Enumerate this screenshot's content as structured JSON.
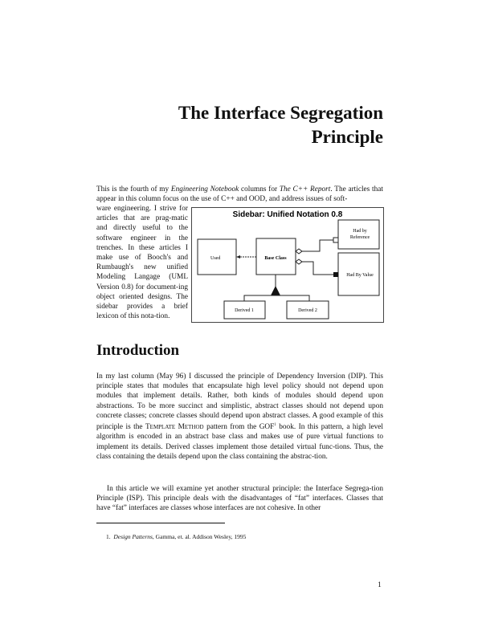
{
  "title": {
    "line1": "The Interface Segregation",
    "line2": "Principle"
  },
  "intro_para": {
    "t1": "This is the fourth of my ",
    "i1": "Engineering Notebook",
    "t2": " columns for ",
    "i2": "The C++ Report",
    "t3": ". The articles that appear in this column focus on the use of C++ and OOD, and address issues of soft-"
  },
  "narrow_para": "ware engineering. I strive for articles that are prag-matic and directly useful to the software engineer in the trenches. In these articles I make use of Booch's and Rumbaugh's new unified Modeling Langage (UML Version 0.8) for document-ing object oriented designs. The sidebar provides a brief lexicon of this nota-tion.",
  "sidebar": {
    "title": "Sidebar: Unified Notation 0.8",
    "used": "Used",
    "base_class": "Base Class",
    "had_by_reference_1": "Had by",
    "had_by_reference_2": "Reference",
    "had_by_value": "Had By Value",
    "derived1": "Derived 1",
    "derived2": "Derived 2"
  },
  "section": {
    "heading": "Introduction"
  },
  "para1": {
    "t1": "In my last column (May 96) I discussed the principle of Dependency Inversion (DIP). This principle states that modules that encapsulate high level policy should not depend upon modules that implement details. Rather, both kinds of modules should depend upon abstractions. To be more succinct and simplistic, abstract classes should not depend upon concrete classes; concrete classes should depend upon abstract classes. A good example of this principle is the ",
    "sc": "Template Method",
    "t2": " pattern from the GOF",
    "sup": "1",
    "t3": " book. In this pattern, a high level algorithm is encoded in an abstract base class and makes use of pure virtual functions to implement its details. Derived classes implement those detailed virtual func-tions. Thus, the class containing the details depend upon the class containing the abstrac-tion."
  },
  "para2": "In this article we will examine yet another structural principle: the Interface Segrega-tion Principle (ISP). This principle deals with the disadvantages of “fat” interfaces. Classes that have “fat” interfaces are classes whose interfaces are not cohesive. In other",
  "footnote": {
    "num": "1.",
    "italic": "Design Patterns",
    "rest": ", Gamma, et. al. Addison Wesley, 1995"
  },
  "page_number": "1"
}
